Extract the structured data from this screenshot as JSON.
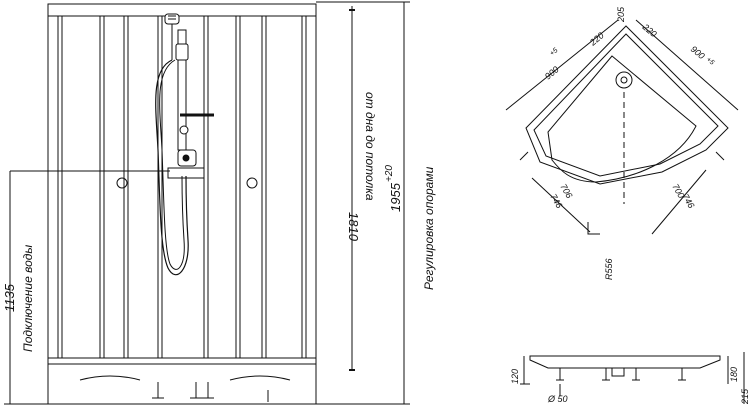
{
  "front_view": {
    "height_floor_to_ceiling": "1810",
    "height_floor_to_ceiling_note": "от дна до потолка",
    "total_height": "1955",
    "total_height_tolerance": "+20",
    "total_height_note": "Регулировка опорами",
    "water_connection_height": "1135",
    "water_connection_label": "Подключение воды"
  },
  "plan_view": {
    "side_left": "900",
    "side_right": "900",
    "side_tolerance": "+5",
    "segment_left": "220",
    "segment_right": "220",
    "corner_offset": "205",
    "inner_left": "706",
    "outer_left": "746",
    "inner_right": "700",
    "outer_right": "746",
    "radius": "R556"
  },
  "tray_view": {
    "tray_height": "120",
    "leg_height": "180",
    "total_height": "215",
    "drain_diameter": "Ø 50"
  }
}
